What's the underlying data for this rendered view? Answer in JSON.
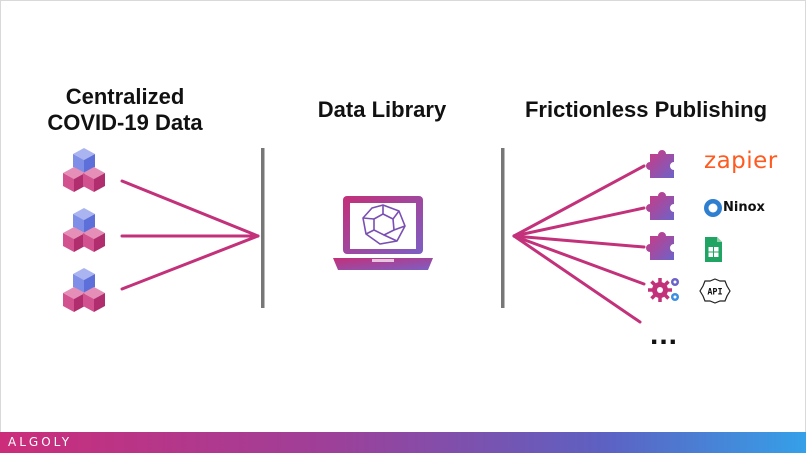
{
  "headings": {
    "left_line1": "Centralized",
    "left_line2": "COVID-19 Data",
    "middle": "Data Library",
    "right": "Frictionless Publishing"
  },
  "icons": {
    "data_sources": [
      "cube-stack-icon",
      "cube-stack-icon",
      "cube-stack-icon"
    ],
    "center": "laptop-dodecahedron-icon",
    "connectors": [
      "puzzle-piece-icon",
      "puzzle-piece-icon",
      "puzzle-piece-icon",
      "gears-icon"
    ],
    "destinations": [
      "zapier-logo",
      "ninox-logo",
      "google-sheets-icon",
      "api-icon"
    ]
  },
  "destinations": {
    "zapier": "zapier",
    "ninox": "Ninox",
    "api": "API",
    "more": "..."
  },
  "footer": {
    "brand": "ALGOLY"
  },
  "colors": {
    "accent_magenta": "#c2317a",
    "accent_purple": "#8a4fae",
    "accent_blue": "#3b8fe0",
    "divider_gray": "#777777",
    "zapier_orange": "#ff5a1f",
    "sheets_green": "#1fa463"
  }
}
